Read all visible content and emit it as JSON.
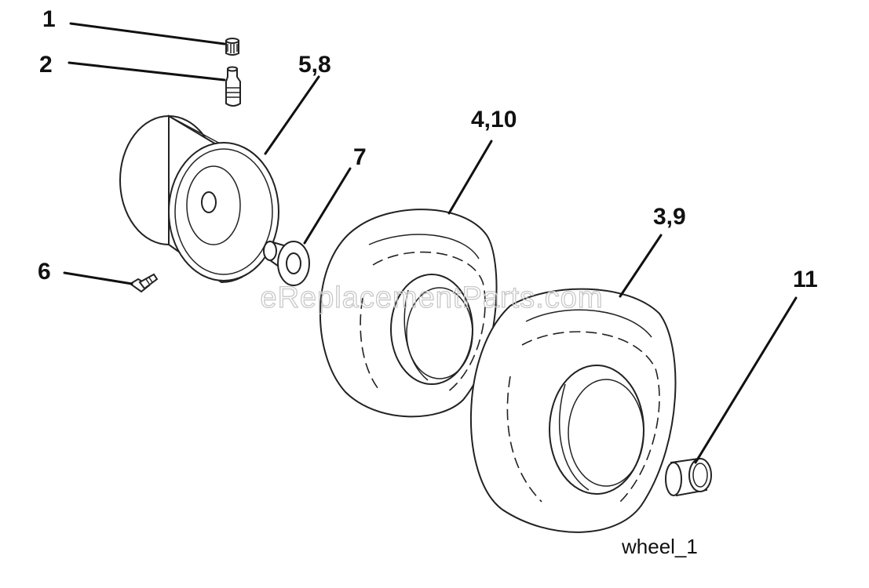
{
  "diagram": {
    "callouts": [
      "1",
      "2",
      "5,8",
      "7",
      "4,10",
      "3,9",
      "11",
      "6"
    ],
    "caption": "wheel_1",
    "watermark": "eReplacementParts.com"
  }
}
